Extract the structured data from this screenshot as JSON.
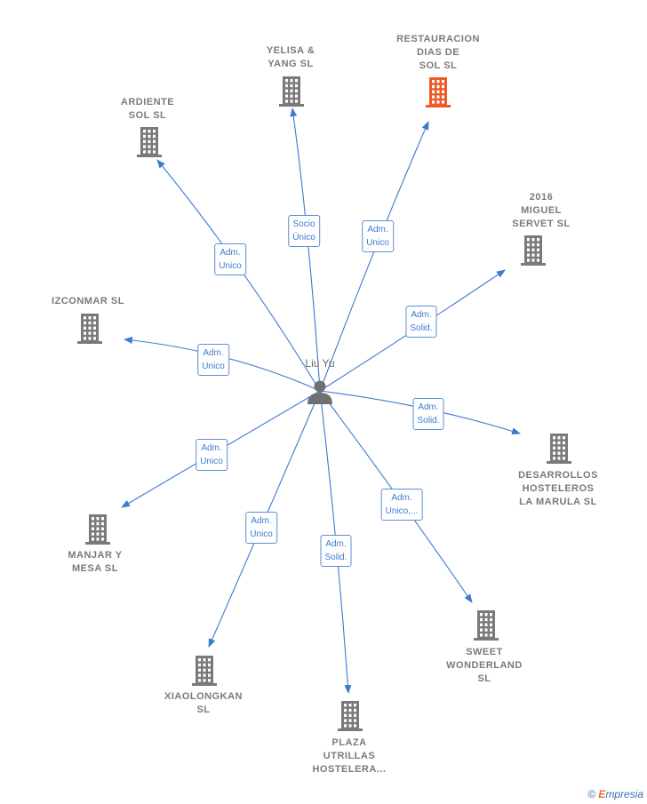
{
  "center": {
    "name": "Liu Yu"
  },
  "colors": {
    "edge": "#3d7ad1",
    "node": "#7a7a7a",
    "highlight": "#f05a28"
  },
  "companies": [
    {
      "id": "restauracion",
      "name": "RESTAURACION\nDIAS DE\nSOL SL",
      "highlight": true,
      "relation": "Adm.\nUnico"
    },
    {
      "id": "yelisa",
      "name": "YELISA &\nYANG SL",
      "highlight": false,
      "relation": "Socio\nÚnico"
    },
    {
      "id": "ardiente",
      "name": "ARDIENTE\nSOL SL",
      "highlight": false,
      "relation": "Adm.\nUnico"
    },
    {
      "id": "miguel",
      "name": "2016\nMIGUEL\nSERVET SL",
      "highlight": false,
      "relation": "Adm.\nSolid."
    },
    {
      "id": "izconmar",
      "name": "IZCONMAR SL",
      "highlight": false,
      "relation": "Adm.\nUnico"
    },
    {
      "id": "marula",
      "name": "DESARROLLOS\nHOSTELEROS\nLA MARULA SL",
      "highlight": false,
      "relation": "Adm.\nSolid."
    },
    {
      "id": "manjar",
      "name": "MANJAR Y\nMESA SL",
      "highlight": false,
      "relation": "Adm.\nUnico"
    },
    {
      "id": "sweet",
      "name": "SWEET\nWONDERLAND\nSL",
      "highlight": false,
      "relation": "Adm.\nUnico,..."
    },
    {
      "id": "xiaolongkan",
      "name": "XIAOLONGKAN\nSL",
      "highlight": false,
      "relation": "Adm.\nUnico"
    },
    {
      "id": "plaza",
      "name": "PLAZA\nUTRILLAS\nHOSTELERA...",
      "highlight": false,
      "relation": "Adm.\nSolid."
    }
  ],
  "brand": {
    "symbol": "©",
    "initial": "E",
    "rest": "mpresia"
  }
}
